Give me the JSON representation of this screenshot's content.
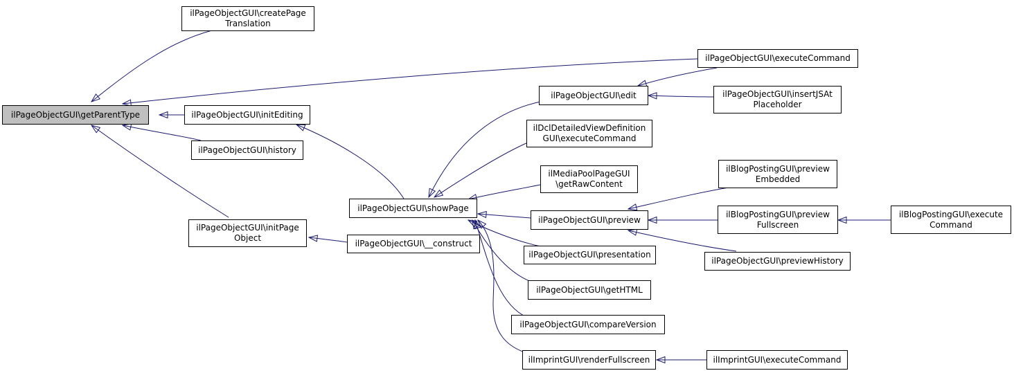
{
  "colors": {
    "edge": "#191970",
    "root_fill": "#bfbfbf",
    "node_fill": "#ffffff",
    "border": "#000000"
  },
  "nodes": {
    "get_parent_type": [
      "ilPageObjectGUI\\getParentType"
    ],
    "create_page_translation": [
      "ilPageObjectGUI\\createPage",
      "Translation"
    ],
    "init_editing": [
      "ilPageObjectGUI\\initEditing"
    ],
    "history": [
      "ilPageObjectGUI\\history"
    ],
    "init_page_object": [
      "ilPageObjectGUI\\initPage",
      "Object"
    ],
    "execute_command": [
      "ilPageObjectGUI\\executeCommand"
    ],
    "show_page": [
      "ilPageObjectGUI\\showPage"
    ],
    "construct": [
      "ilPageObjectGUI\\__construct"
    ],
    "edit": [
      "ilPageObjectGUI\\edit"
    ],
    "dcl_detailed_view": [
      "ilDclDetailedViewDefinition",
      "GUI\\executeCommand"
    ],
    "media_pool_raw": [
      "ilMediaPoolPageGUI",
      "\\getRawContent"
    ],
    "preview": [
      "ilPageObjectGUI\\preview"
    ],
    "presentation": [
      "ilPageObjectGUI\\presentation"
    ],
    "get_html": [
      "ilPageObjectGUI\\getHTML"
    ],
    "compare_version": [
      "ilPageObjectGUI\\compareVersion"
    ],
    "render_fullscreen": [
      "ilImprintGUI\\renderFullscreen"
    ],
    "insert_js": [
      "ilPageObjectGUI\\insertJSAt",
      "Placeholder"
    ],
    "blog_preview_embedded": [
      "ilBlogPostingGUI\\preview",
      "Embedded"
    ],
    "blog_preview_fullscreen": [
      "ilBlogPostingGUI\\preview",
      "Fullscreen"
    ],
    "preview_history": [
      "ilPageObjectGUI\\previewHistory"
    ],
    "imprint_execute": [
      "ilImprintGUI\\executeCommand"
    ],
    "blog_execute": [
      "ilBlogPostingGUI\\execute",
      "Command"
    ]
  }
}
